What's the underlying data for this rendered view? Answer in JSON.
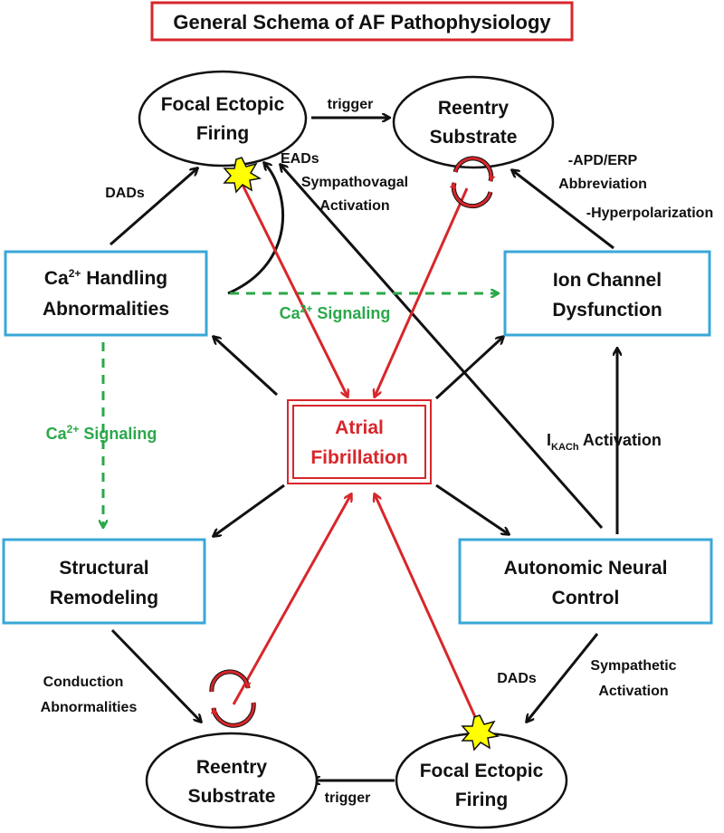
{
  "title": "General Schema of AF Pathophysiology",
  "center": {
    "line1": "Atrial",
    "line2": "Fibrillation"
  },
  "nodes": {
    "focal_top": {
      "line1": "Focal Ectopic",
      "line2": "Firing"
    },
    "reentry_top": {
      "line1": "Reentry",
      "line2": "Substrate"
    },
    "ca_handling": {
      "line1_prefix": "Ca",
      "line1_sup": "2+",
      "line1_suffix": " Handling",
      "line2": "Abnormalities"
    },
    "ion_channel": {
      "line1": "Ion Channel",
      "line2": "Dysfunction"
    },
    "structural": {
      "line1": "Structural",
      "line2": "Remodeling"
    },
    "autonomic": {
      "line1": "Autonomic Neural",
      "line2": "Control"
    },
    "reentry_bottom": {
      "line1": "Reentry",
      "line2": "Substrate"
    },
    "focal_bottom": {
      "line1": "Focal Ectopic",
      "line2": "Firing"
    }
  },
  "labels": {
    "trigger_top": "trigger",
    "trigger_bottom": "trigger",
    "dads_top": "DADs",
    "eads": "EADs",
    "sympathovagal_1": "Sympathovagal",
    "sympathovagal_2": "Activation",
    "apd_1": "-APD/ERP",
    "apd_2": "Abbreviation",
    "hyperpolarization": "-Hyperpolarization",
    "ca_signaling_h": {
      "prefix": "Ca",
      "sup": "2+",
      "suffix": " Signaling"
    },
    "ca_signaling_v": {
      "prefix": "Ca",
      "sup": "2+",
      "suffix": " Signaling"
    },
    "ikach": {
      "main": "I",
      "sub": "KACh",
      "suffix": " Activation"
    },
    "conduction_1": "Conduction",
    "conduction_2": "Abnormalities",
    "dads_bottom": "DADs",
    "sympathetic_1": "Sympathetic",
    "sympathetic_2": "Activation"
  },
  "colors": {
    "red": "#d8262b",
    "green": "#2aa84a",
    "blue": "#3aa7d8",
    "star": "#ffff00"
  }
}
